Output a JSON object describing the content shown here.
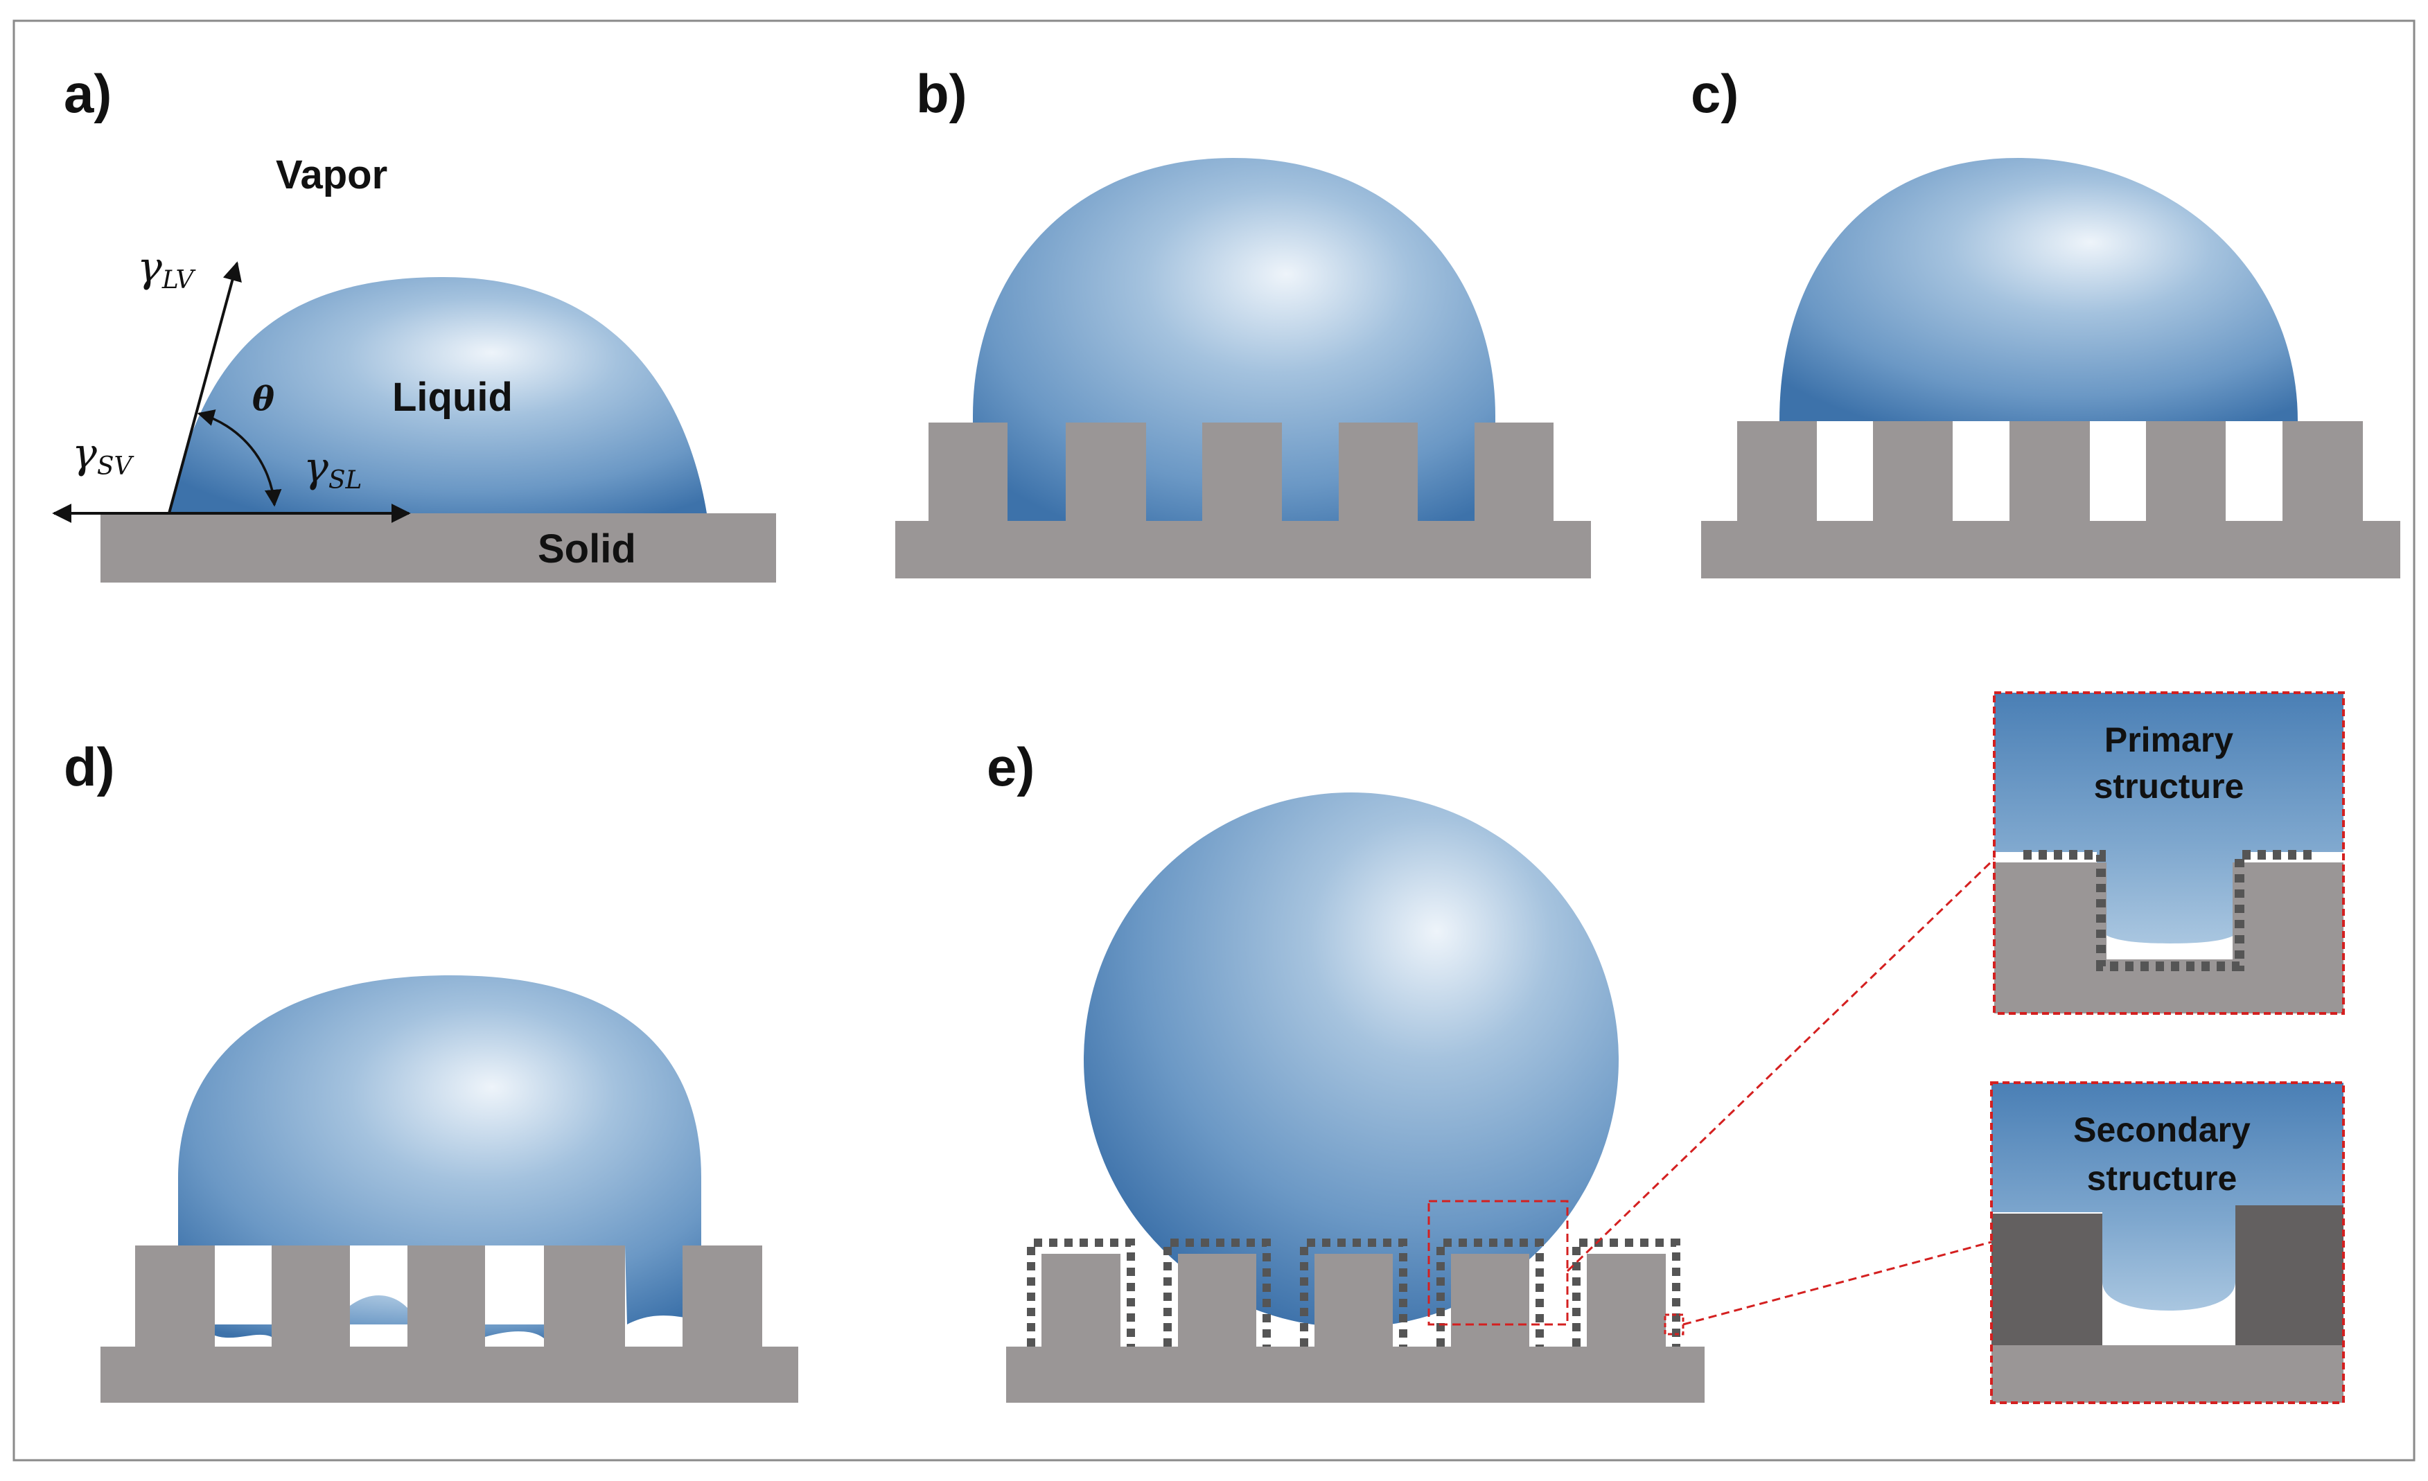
{
  "panels": {
    "a": "a)",
    "b": "b)",
    "c": "c)",
    "d": "d)",
    "e": "e)"
  },
  "panel_a": {
    "vapor": "Vapor",
    "liquid": "Liquid",
    "solid": "Solid",
    "theta": "θ",
    "gamma_symbol": "γ",
    "gamma_lv_sub": "LV",
    "gamma_sv_sub": "SV",
    "gamma_sl_sub": "SL"
  },
  "insets": {
    "primary_line1": "Primary",
    "primary_line2": "structure",
    "secondary_line1": "Secondary",
    "secondary_line2": "structure"
  },
  "colors": {
    "substrate": "#9a9696",
    "substrate_dark": "#636060",
    "droplet_light": "#e8f0f8",
    "droplet_mid": "#7aa3cb",
    "droplet_dark": "#3f74ab",
    "zoom_outline": "#d42020",
    "frame": "#8a8a8a"
  }
}
